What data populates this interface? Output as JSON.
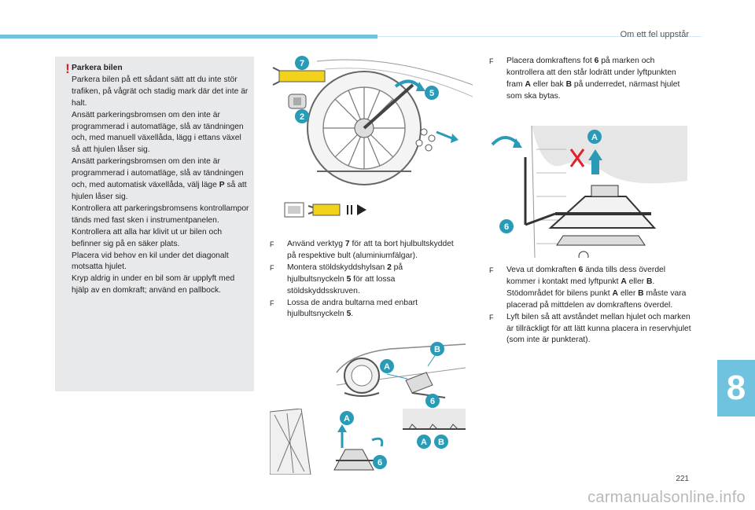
{
  "header": {
    "section_title": "Om ett fel uppstår"
  },
  "chapter_number": "8",
  "page_number": "221",
  "watermark": "carmanualsonline.info",
  "warning": {
    "mark": "!",
    "title": "Parkera bilen",
    "paragraphs": [
      "Parkera bilen på ett sådant sätt att du inte stör trafiken, på vågrät och stadig mark där det inte är halt.",
      "Ansätt parkeringsbromsen om den inte är programmerad i automatläge, slå av tändningen och, med manuell växellåda, lägg i ettans växel så att hjulen låser sig.",
      "Ansätt parkeringsbromsen om den inte är programmerad i automatläge, slå av tändningen och, med automatisk växellåda, välj läge ",
      "Kontrollera att parkeringsbromsens kontrollampor tänds med fast sken i instrumentpanelen.",
      "Kontrollera att alla har klivit ut ur bilen och befinner sig på en säker plats.",
      "Placera vid behov en kil under det diagonalt motsatta hjulet.",
      "Kryp aldrig in under en bil som är upplyft med hjälp av en domkraft; använd en pallbock."
    ],
    "gear_letter": "P",
    "gear_tail": " så att hjulen låser sig."
  },
  "steps_col2": [
    {
      "bullet": "F",
      "pre": "Använd verktyg ",
      "bold": "7",
      "post": " för att ta bort hjulbultskyddet på respektive bult (aluminiumfälgar)."
    },
    {
      "bullet": "F",
      "pre": "Montera stöldskyddshylsan ",
      "bold": "2",
      "post": " på hjulbultsnyckeln ",
      "bold2": "5",
      "post2": " för att lossa stöldskyddsskruven."
    },
    {
      "bullet": "F",
      "pre": "Lossa de andra bultarna med enbart hjulbultsnyckeln ",
      "bold": "5",
      "post": "."
    }
  ],
  "step_col3_top": {
    "bullet": "F",
    "t1": "Placera domkraftens fot ",
    "b1": "6",
    "t2": " på marken och kontrollera att den står lodrätt under lyftpunkten fram ",
    "b2": "A",
    "t3": " eller bak ",
    "b3": "B",
    "t4": " på underredet, närmast hjulet som ska bytas."
  },
  "steps_col3_bottom": [
    {
      "bullet": "F",
      "t1": "Veva ut domkraften ",
      "b1": "6",
      "t2": " ända tills dess överdel kommer i kontakt med lyftpunkt ",
      "b2": "A",
      "t3": " eller ",
      "b3": "B",
      "t4": ". Stödområdet för bilens punkt ",
      "b4": "A",
      "t5": " eller ",
      "b5": "B",
      "t6": " måste vara placerad på mittdelen av domkraftens överdel."
    },
    {
      "bullet": "F",
      "t1": "Lyft bilen så att avståndet mellan hjulet och marken är tillräckligt för att lätt kunna placera in reservhjulet (som inte är punkterat)."
    }
  ],
  "figure_labels": {
    "tool": "7",
    "socket": "2",
    "wrench": "5",
    "jack": "6",
    "point_a": "A",
    "point_b": "B"
  },
  "colors": {
    "accent": "#6fc3df",
    "badge": "#2a9bb7",
    "warning": "#e3202a",
    "highlight": "#f2d21b",
    "panel": "#e8e9ea"
  }
}
